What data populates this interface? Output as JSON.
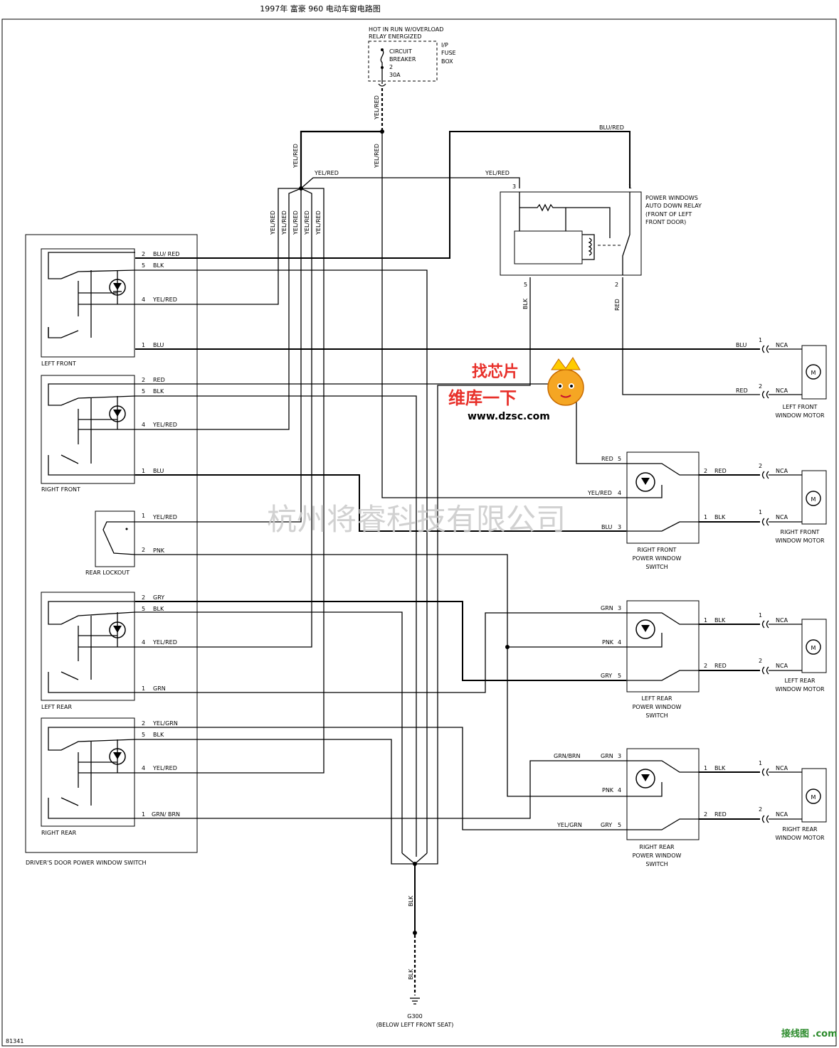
{
  "title": "1997年 富豪 960 电动车窗电路图",
  "power": {
    "header1": "HOT IN RUN W/OVERLOAD",
    "header2": "RELAY ENERGIZED",
    "breaker1": "CIRCUIT",
    "breaker2": "BREAKER",
    "breaker3": "2",
    "breaker4": "30A",
    "fuse1": "I/P",
    "fuse2": "FUSE",
    "fuse3": "BOX"
  },
  "wires": {
    "yel_red": "YEL/RED",
    "blu_red": "BLU/RED",
    "blu_red_sp": "BLU/ RED",
    "blk": "BLK",
    "blu": "BLU",
    "red": "RED",
    "pnk": "PNK",
    "gry": "GRY",
    "grn": "GRN",
    "grn_brn": "GRN/BRN",
    "grn_brn_sp": "GRN/ BRN",
    "yel_grn": "YEL/GRN",
    "nca": "NCA"
  },
  "pins": {
    "p1": "1",
    "p2": "2",
    "p3": "3",
    "p4": "4",
    "p5": "5"
  },
  "relay": {
    "l1": "POWER WINDOWS",
    "l2": "AUTO DOWN RELAY",
    "l3": "(FRONT OF LEFT",
    "l4": "FRONT DOOR)"
  },
  "switches": {
    "left_front": "LEFT FRONT",
    "right_front": "RIGHT FRONT",
    "rear_lockout": "REAR LOCKOUT",
    "left_rear": "LEFT REAR",
    "right_rear": "RIGHT REAR",
    "driver_door": "DRIVER'S DOOR POWER WINDOW SWITCH"
  },
  "remote_switches": {
    "rf": [
      "RIGHT FRONT",
      "POWER WINDOW",
      "SWITCH"
    ],
    "lr": [
      "LEFT REAR",
      "POWER WINDOW",
      "SWITCH"
    ],
    "rr": [
      "RIGHT REAR",
      "POWER WINDOW",
      "SWITCH"
    ]
  },
  "motors": {
    "symbol": "M",
    "lf": [
      "LEFT FRONT",
      "WINDOW MOTOR"
    ],
    "rf": [
      "RIGHT FRONT",
      "WINDOW MOTOR"
    ],
    "lr": [
      "LEFT REAR",
      "WINDOW MOTOR"
    ],
    "rr": [
      "RIGHT REAR",
      "WINDOW MOTOR"
    ]
  },
  "ground": {
    "id": "G300",
    "location": "(BELOW LEFT FRONT SEAT)"
  },
  "code": "81341",
  "watermarks": {
    "company": "杭州将睿科技有限公司",
    "site1": "维库一下",
    "site2": "www.dzsc.com",
    "site3": "找芯片",
    "corner": "接线图 .com"
  },
  "colors": {
    "line": "#000000",
    "watermark_red": "#e8302a",
    "watermark_gray": "#c9c9c9",
    "watermark_green": "#2a8a2a"
  }
}
